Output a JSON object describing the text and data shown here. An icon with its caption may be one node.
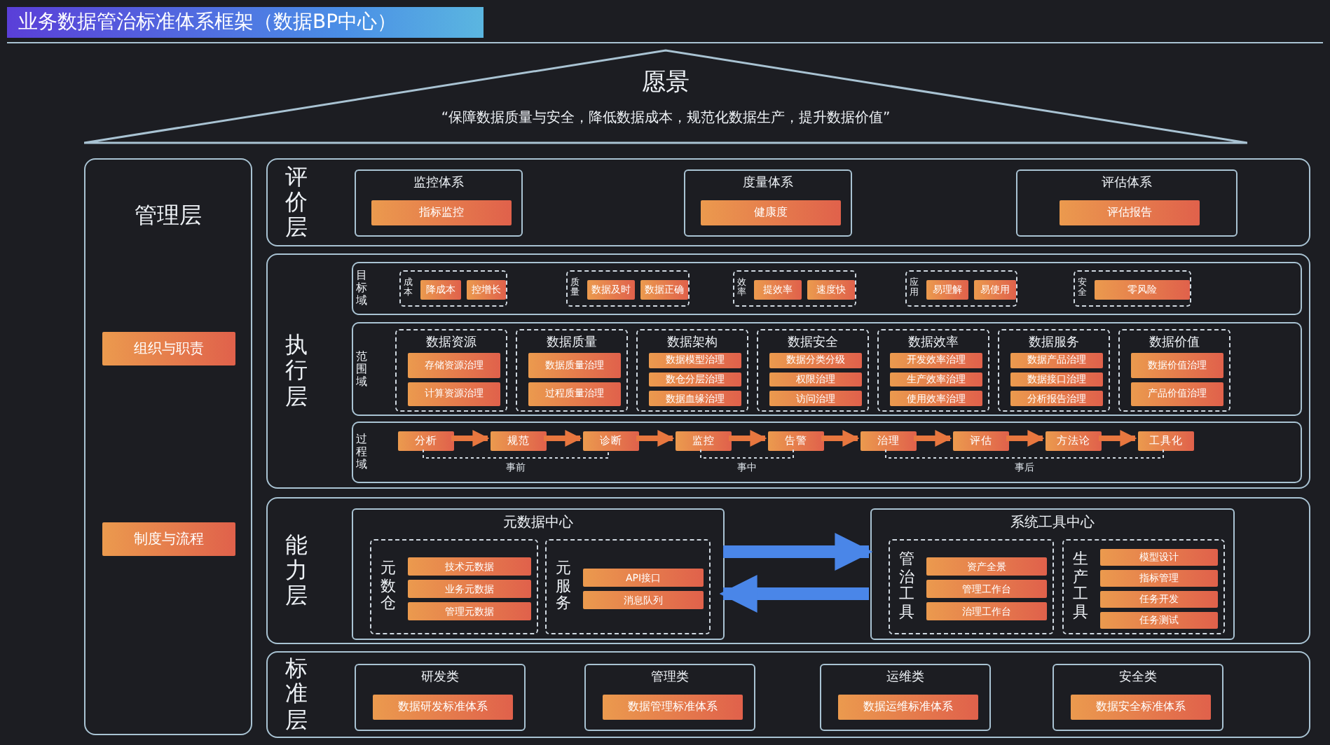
{
  "diagram": {
    "title": "业务数据管治标准体系框架（数据BP中心）",
    "nodes": [
      {
        "text": [
          "愿景",
          "“保障数据质量与安全，降低数据成本，规范化数据生产，提升数据价值”"
        ]
      },
      {
        "text": [
          "管理层"
        ]
      },
      {
        "text": [
          "组织与职责"
        ],
        "in": 1
      },
      {
        "text": [
          "制度与流程"
        ],
        "in": 1
      },
      {
        "text": [
          "评价层"
        ]
      },
      {
        "text": [
          "监控体系"
        ],
        "in": 4
      },
      {
        "text": [
          "指标监控"
        ],
        "in": 5
      },
      {
        "text": [
          "度量体系"
        ],
        "in": 4
      },
      {
        "text": [
          "健康度"
        ],
        "in": 7
      },
      {
        "text": [
          "评估体系"
        ],
        "in": 4
      },
      {
        "text": [
          "评估报告"
        ],
        "in": 9
      },
      {
        "text": [
          "执行层"
        ]
      },
      {
        "text": [
          "目标域"
        ],
        "in": 11
      },
      {
        "text": [
          "成本"
        ],
        "in": 12
      },
      {
        "text": [
          "降成本"
        ],
        "in": 13
      },
      {
        "text": [
          "控增长"
        ],
        "in": 13
      },
      {
        "text": [
          "质量"
        ],
        "in": 12
      },
      {
        "text": [
          "数据及时"
        ],
        "in": 16
      },
      {
        "text": [
          "数据正确"
        ],
        "in": 16
      },
      {
        "text": [
          "效率"
        ],
        "in": 12
      },
      {
        "text": [
          "提效率"
        ],
        "in": 19
      },
      {
        "text": [
          "速度快"
        ],
        "in": 19
      },
      {
        "text": [
          "应用"
        ],
        "in": 12
      },
      {
        "text": [
          "易理解"
        ],
        "in": 22
      },
      {
        "text": [
          "易使用"
        ],
        "in": 22
      },
      {
        "text": [
          "安全"
        ],
        "in": 12
      },
      {
        "text": [
          "零风险"
        ],
        "in": 25
      },
      {
        "text": [
          "范围域"
        ],
        "in": 11
      },
      {
        "text": [
          "数据资源"
        ],
        "in": 27
      },
      {
        "text": [
          "存储资源治理"
        ],
        "in": 28
      },
      {
        "text": [
          "计算资源治理"
        ],
        "in": 28
      },
      {
        "text": [
          "数据质量"
        ],
        "in": 27
      },
      {
        "text": [
          "数据质量治理"
        ],
        "in": 31
      },
      {
        "text": [
          "过程质量治理"
        ],
        "in": 31
      },
      {
        "text": [
          "数据架构"
        ],
        "in": 27
      },
      {
        "text": [
          "数据模型治理"
        ],
        "in": 34
      },
      {
        "text": [
          "数仓分层治理"
        ],
        "in": 34
      },
      {
        "text": [
          "数据血缘治理"
        ],
        "in": 34
      },
      {
        "text": [
          "数据安全"
        ],
        "in": 27
      },
      {
        "text": [
          "数据分类分级"
        ],
        "in": 38
      },
      {
        "text": [
          "权限治理"
        ],
        "in": 38
      },
      {
        "text": [
          "访问治理"
        ],
        "in": 38
      },
      {
        "text": [
          "数据效率"
        ],
        "in": 27
      },
      {
        "text": [
          "开发效率治理"
        ],
        "in": 42
      },
      {
        "text": [
          "生产效率治理"
        ],
        "in": 42
      },
      {
        "text": [
          "使用效率治理"
        ],
        "in": 42
      },
      {
        "text": [
          "数据服务"
        ],
        "in": 27
      },
      {
        "text": [
          "数据产品治理"
        ],
        "in": 46
      },
      {
        "text": [
          "数据接口治理"
        ],
        "in": 46
      },
      {
        "text": [
          "分析报告治理"
        ],
        "in": 46
      },
      {
        "text": [
          "数据价值"
        ],
        "in": 27
      },
      {
        "text": [
          "数据价值治理"
        ],
        "in": 50
      },
      {
        "text": [
          "产品价值治理"
        ],
        "in": 50
      },
      {
        "text": [
          "过程域"
        ],
        "in": 11
      },
      {
        "text": [
          "分析"
        ],
        "in": 53
      },
      {
        "text": [
          "规范"
        ],
        "in": 53
      },
      {
        "text": [
          "诊断"
        ],
        "in": 53
      },
      {
        "text": [
          "监控"
        ],
        "in": 53
      },
      {
        "text": [
          "告警"
        ],
        "in": 53
      },
      {
        "text": [
          "治理"
        ],
        "in": 53
      },
      {
        "text": [
          "评估"
        ],
        "in": 53
      },
      {
        "text": [
          "方法论"
        ],
        "in": 53
      },
      {
        "text": [
          "工具化"
        ],
        "in": 53
      },
      {
        "text": [
          "能力层"
        ]
      },
      {
        "text": [
          "元数据中心"
        ],
        "in": 63
      },
      {
        "text": [
          "元数仓"
        ],
        "in": 64
      },
      {
        "text": [
          "技术元数据"
        ],
        "in": 65
      },
      {
        "text": [
          "业务元数据"
        ],
        "in": 65
      },
      {
        "text": [
          "管理元数据"
        ],
        "in": 65
      },
      {
        "text": [
          "元服务"
        ],
        "in": 64
      },
      {
        "text": [
          "API接口"
        ],
        "in": 69
      },
      {
        "text": [
          "消息队列"
        ],
        "in": 69
      },
      {
        "text": [
          "系统工具中心"
        ],
        "in": 63
      },
      {
        "text": [
          "管治工具"
        ],
        "in": 72
      },
      {
        "text": [
          "资产全景"
        ],
        "in": 73
      },
      {
        "text": [
          "管理工作台"
        ],
        "in": 73
      },
      {
        "text": [
          "治理工作台"
        ],
        "in": 73
      },
      {
        "text": [
          "生产工具"
        ],
        "in": 72
      },
      {
        "text": [
          "模型设计"
        ],
        "in": 77
      },
      {
        "text": [
          "指标管理"
        ],
        "in": 77
      },
      {
        "text": [
          "任务开发"
        ],
        "in": 77
      },
      {
        "text": [
          "任务测试"
        ],
        "in": 77
      },
      {
        "text": [
          "标准层"
        ]
      },
      {
        "text": [
          "研发类"
        ],
        "in": 82
      },
      {
        "text": [
          "数据研发标准体系"
        ],
        "in": 83
      },
      {
        "text": [
          "管理类"
        ],
        "in": 82
      },
      {
        "text": [
          "数据管理标准体系"
        ],
        "in": 85
      },
      {
        "text": [
          "运维类"
        ],
        "in": 82
      },
      {
        "text": [
          "数据运维标准体系"
        ],
        "in": 87
      },
      {
        "text": [
          "安全类"
        ],
        "in": 82
      },
      {
        "text": [
          "数据安全标准体系"
        ],
        "in": 89
      }
    ],
    "edges": [
      {
        "from": 54,
        "to": 55,
        "arrow": "to"
      },
      {
        "from": 55,
        "to": 56,
        "arrow": "to"
      },
      {
        "from": 56,
        "to": 57,
        "arrow": "to"
      },
      {
        "from": 57,
        "to": 58,
        "arrow": "to"
      },
      {
        "from": 58,
        "to": 59,
        "arrow": "to"
      },
      {
        "from": 59,
        "to": 60,
        "arrow": "to"
      },
      {
        "from": 60,
        "to": 61,
        "arrow": "to"
      },
      {
        "from": 61,
        "to": 62,
        "arrow": "to"
      },
      {
        "from": 64,
        "to": 72,
        "arrow": "to",
        "style": "thick",
        "color": "#4a86e8"
      },
      {
        "from": 72,
        "to": 64,
        "arrow": "to",
        "style": "thick",
        "color": "#4a86e8"
      }
    ],
    "labels": [
      "事前",
      "事中",
      "事后"
    ]
  }
}
